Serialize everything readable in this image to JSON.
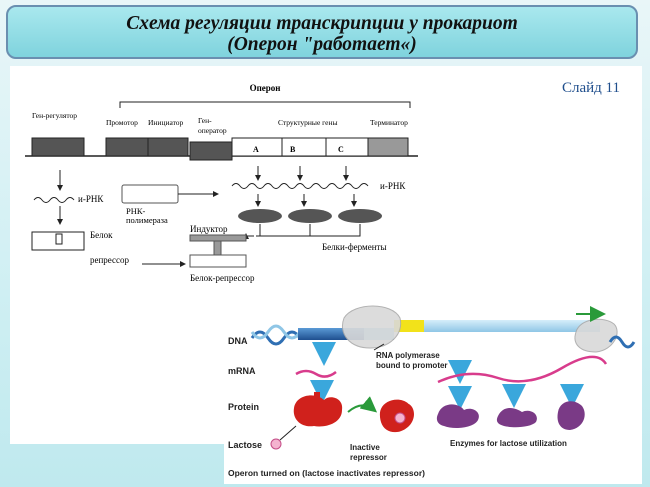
{
  "title": {
    "line1": "Схема регуляции транскрипции у прокариот",
    "line2": "(Оперон \"работает«)"
  },
  "slide_number": "Слайд 11",
  "operon_diagram": {
    "operon_label": "Оперон",
    "gene_regulator": "Ген-регулятор",
    "promoter": "Промотор",
    "initiator": "Инициатор",
    "operator_line1": "Ген-",
    "operator_line2": "оператор",
    "structural_genes": "Структурные гены",
    "terminator": "Терминатор",
    "gene_a": "A",
    "gene_b": "B",
    "gene_c": "C",
    "mrna_left": "и-РНК",
    "mrna_right": "и-РНК",
    "rna_polymerase_line1": "РНК-",
    "rna_polymerase_line2": "полимераза",
    "inducer": "Индуктор",
    "protein_line1": "Белок",
    "protein_line2": "репрессор",
    "enzymes": "Белки-ферменты",
    "protein_repressor": "Белок-репрессор"
  },
  "lac_diagram": {
    "dna": "DNA",
    "mrna": "mRNA",
    "protein": "Protein",
    "lactose": "Lactose",
    "rna_pol_line1": "RNA polymerase",
    "rna_pol_line2": "bound to promoter",
    "inactive_line1": "Inactive",
    "inactive_line2": "repressor",
    "enzymes": "Enzymes for lactose utilization",
    "caption": "Operon turned on (lactose inactivates repressor)"
  },
  "colors": {
    "title_bg": "#8fdce4",
    "gene_box": "#555555",
    "dna_blue": "#2f6fb3",
    "dna_light": "#a9d6ee",
    "promoter_yellow": "#f2e21a",
    "mrna_pink": "#d83c8c",
    "repressor_red": "#d0211c",
    "enzyme_purple": "#7a3a86",
    "arrow_blue": "#3aa7dc",
    "arrow_green": "#2a9a3a"
  }
}
